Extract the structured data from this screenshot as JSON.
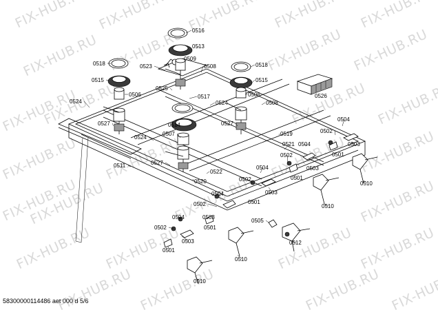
{
  "watermark": "FIX-HUB.RU",
  "footer": "58300000114486 aet 000 d 5/6",
  "callouts": [
    "0516",
    "0513",
    "0509",
    "0518",
    "0523",
    "0508",
    "0518",
    "0515",
    "0506",
    "0525",
    "0517",
    "0506",
    "0515",
    "0524",
    "0524",
    "0508",
    "0527",
    "0514",
    "0526",
    "0507",
    "0527",
    "0519",
    "0504",
    "0502",
    "0503",
    "0524",
    "0521",
    "0504",
    "0501",
    "0511",
    "0502",
    "0503",
    "0527",
    "0522",
    "0504",
    "0510",
    "0520",
    "0501",
    "0502",
    "0503",
    "0504",
    "0501",
    "0510",
    "0502",
    "0503",
    "0504",
    "0501",
    "0505",
    "0502",
    "0512",
    "0503",
    "0501",
    "0510",
    "0510"
  ]
}
